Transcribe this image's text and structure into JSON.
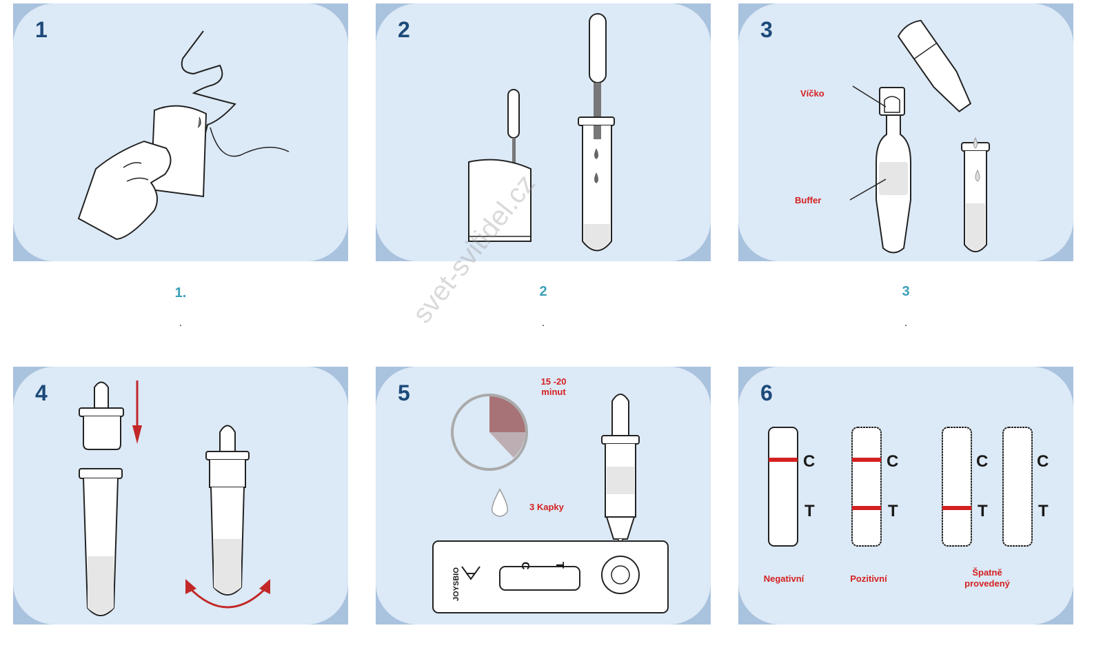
{
  "steps": [
    {
      "number": "1",
      "caption": "1.",
      "caption_dot": "."
    },
    {
      "number": "2",
      "caption": "2",
      "caption_dot": "."
    },
    {
      "number": "3",
      "caption": "3",
      "caption_dot": "."
    },
    {
      "number": "4"
    },
    {
      "number": "5"
    },
    {
      "number": "6"
    }
  ],
  "panel3": {
    "cap_label": "Víčko",
    "buffer_label": "Buffer"
  },
  "panel5": {
    "time_label_line1": "15 -20",
    "time_label_line2": "minut",
    "drops_label": "3 Kapky",
    "cassette_brand": "JOYSBIO",
    "cassette_c": "C",
    "cassette_t": "T"
  },
  "panel6": {
    "c": "C",
    "t": "T",
    "results": {
      "negative": "Negativní",
      "positive": "Pozitivní",
      "invalid_line1": "Špatně",
      "invalid_line2": "provedený"
    }
  },
  "watermark": "svet-svitidel.cz",
  "colors": {
    "panel_bg": "#dce9f6",
    "panel_border": "#a9c2de",
    "accent_red": "#d42020",
    "step_num": "#1c4a7a",
    "caption": "#3aa0b8"
  }
}
